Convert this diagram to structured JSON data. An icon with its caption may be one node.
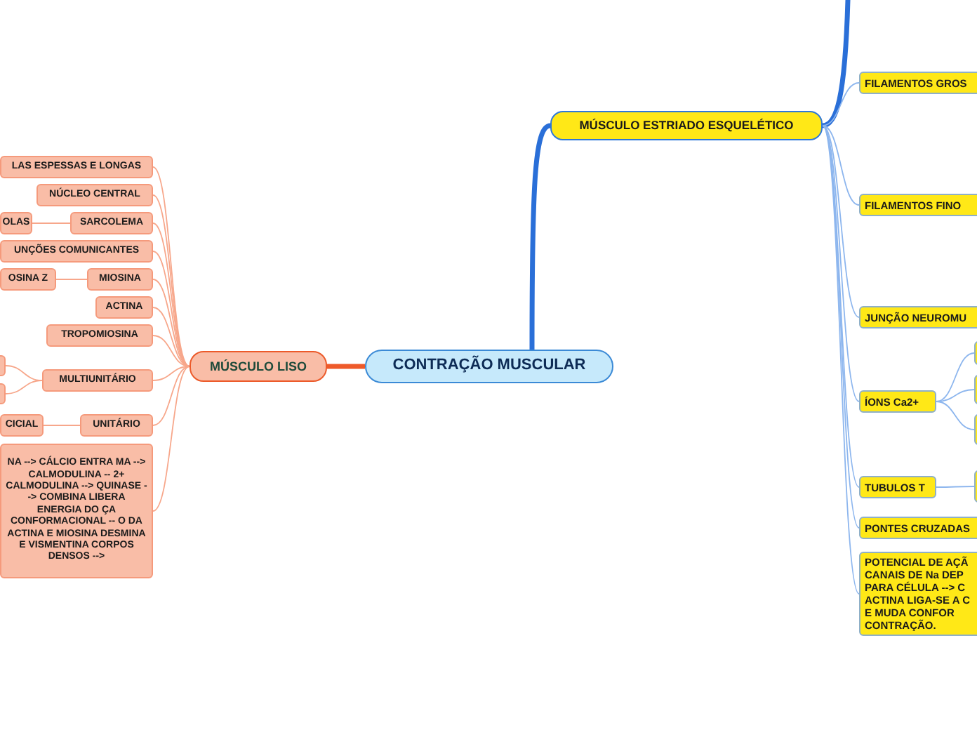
{
  "diagram": {
    "nodes": [
      {
        "text": [
          "CONTRAÇÃO MUSCULAR"
        ]
      },
      {
        "text": [
          "MÚSCULO LISO"
        ]
      },
      {
        "text": [
          "LAS ESPESSAS E LONGAS"
        ]
      },
      {
        "text": [
          "NÚCLEO CENTRAL"
        ]
      },
      {
        "text": [
          "SARCOLEMA"
        ]
      },
      {
        "text": [
          "OLAS"
        ]
      },
      {
        "text": [
          "UNÇÕES COMUNICANTES"
        ]
      },
      {
        "text": [
          "MIOSINA"
        ]
      },
      {
        "text": [
          "OSINA Z"
        ]
      },
      {
        "text": [
          "ACTINA"
        ]
      },
      {
        "text": [
          "TROPOMIOSINA"
        ]
      },
      {
        "text": [
          "MULTIUNITÁRIO"
        ]
      },
      {
        "text": [],
        "shape": "box"
      },
      {
        "text": [],
        "shape": "box"
      },
      {
        "text": [
          "UNITÁRIO"
        ]
      },
      {
        "text": [
          "CICIAL"
        ]
      },
      {
        "text": [
          "NA --> CÁLCIO ENTRA MA --> CALMODULINA -- 2+ CALMODULINA --> QUINASE --> COMBINA LIBERA ENERGIA DO ÇA CONFORMACIONAL -- O DA ACTINA E MIOSINA DESMINA E VISMENTINA CORPOS DENSOS -->"
        ]
      },
      {
        "text": [
          "MÚSCULO ESTRIADO ESQUELÉTICO"
        ]
      },
      {
        "text": [
          "FILAMENTOS GROS"
        ]
      },
      {
        "text": [
          "FILAMENTOS FINO"
        ]
      },
      {
        "text": [
          "JUNÇÃO NEUROMU"
        ]
      },
      {
        "text": [
          "ÍONS Ca2+"
        ]
      },
      {
        "text": [],
        "shape": "box"
      },
      {
        "text": [],
        "shape": "box"
      },
      {
        "text": [],
        "shape": "box"
      },
      {
        "text": [
          "TUBULOS T"
        ]
      },
      {
        "text": [],
        "shape": "box"
      },
      {
        "text": [
          "PONTES CRUZADAS"
        ]
      },
      {
        "text": [
          "POTENCIAL DE AÇÃ CANAIS DE Na DEP PARA CÉLULA --> C ACTINA LIGA-SE A C E MUDA CONFOR CONTRAÇÃO."
        ]
      }
    ],
    "edges": [
      {
        "from": 0,
        "to": 1,
        "arrow": "none",
        "style": "thick",
        "color": "#ee5a2a"
      },
      {
        "from": 0,
        "to": 17,
        "arrow": "none",
        "style": "thick",
        "color": "#2a6fd8"
      },
      {
        "from": 1,
        "to": 2,
        "arrow": "none"
      },
      {
        "from": 1,
        "to": 3,
        "arrow": "none"
      },
      {
        "from": 1,
        "to": 4,
        "arrow": "none"
      },
      {
        "from": 4,
        "to": 5,
        "arrow": "none"
      },
      {
        "from": 1,
        "to": 6,
        "arrow": "none"
      },
      {
        "from": 1,
        "to": 7,
        "arrow": "none"
      },
      {
        "from": 7,
        "to": 8,
        "arrow": "none"
      },
      {
        "from": 1,
        "to": 9,
        "arrow": "none"
      },
      {
        "from": 1,
        "to": 10,
        "arrow": "none"
      },
      {
        "from": 1,
        "to": 11,
        "arrow": "none"
      },
      {
        "from": 11,
        "to": 12,
        "arrow": "none"
      },
      {
        "from": 11,
        "to": 13,
        "arrow": "none"
      },
      {
        "from": 1,
        "to": 14,
        "arrow": "none"
      },
      {
        "from": 14,
        "to": 15,
        "arrow": "none"
      },
      {
        "from": 1,
        "to": 16,
        "arrow": "none"
      },
      {
        "from": 17,
        "to": null,
        "arrow": "none",
        "style": "thick",
        "color": "#2a6fd8"
      },
      {
        "from": 17,
        "to": 18,
        "arrow": "none",
        "color": "#8db6ee"
      },
      {
        "from": 17,
        "to": 19,
        "arrow": "none",
        "color": "#8db6ee"
      },
      {
        "from": 17,
        "to": 20,
        "arrow": "none",
        "color": "#8db6ee"
      },
      {
        "from": 17,
        "to": 21,
        "arrow": "none",
        "color": "#8db6ee"
      },
      {
        "from": 21,
        "to": 22,
        "arrow": "none",
        "color": "#8db6ee"
      },
      {
        "from": 21,
        "to": 23,
        "arrow": "none",
        "color": "#8db6ee"
      },
      {
        "from": 21,
        "to": 24,
        "arrow": "none",
        "color": "#8db6ee"
      },
      {
        "from": 17,
        "to": 25,
        "arrow": "none",
        "color": "#8db6ee"
      },
      {
        "from": 25,
        "to": 26,
        "arrow": "none",
        "color": "#8db6ee"
      },
      {
        "from": 17,
        "to": 27,
        "arrow": "none",
        "color": "#8db6ee"
      },
      {
        "from": 17,
        "to": 28,
        "arrow": "none",
        "color": "#8db6ee"
      }
    ]
  }
}
